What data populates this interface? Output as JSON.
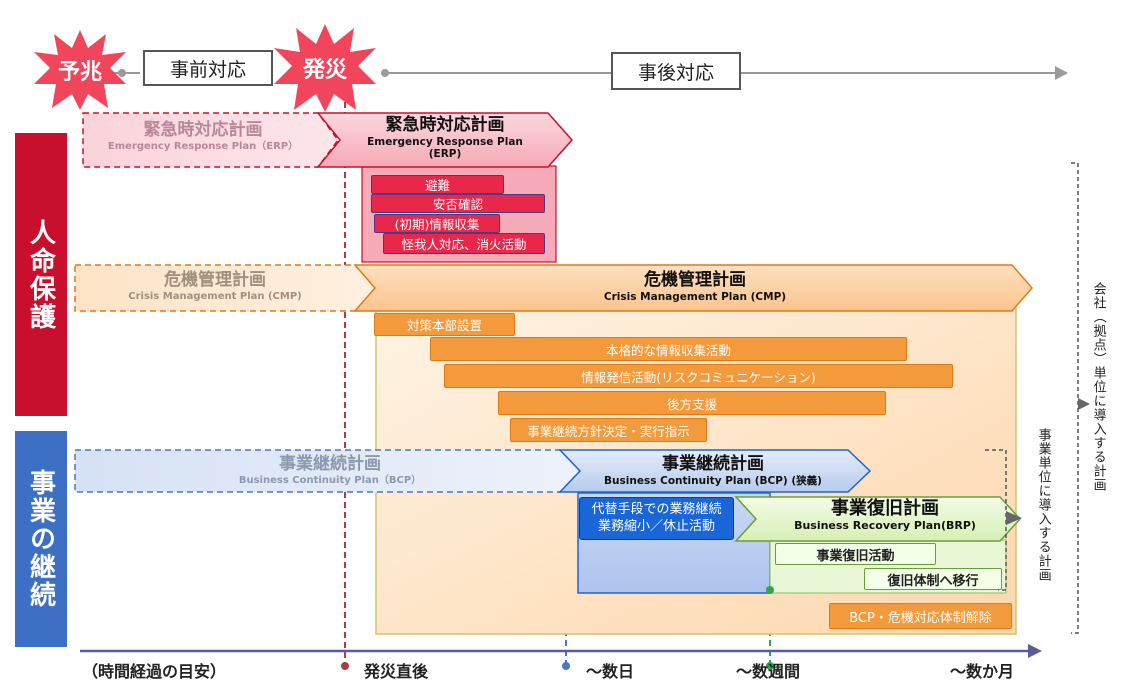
{
  "phases": {
    "omen": "予兆",
    "pre": "事前対応",
    "occurrence": "発災",
    "post": "事後対応"
  },
  "side_bands": {
    "life": "人命保護",
    "business": "事業の継続"
  },
  "erp": {
    "dashed_jp": "緊急時対応計画",
    "dashed_en": "Emergency Response Plan（ERP）",
    "solid_jp": "緊急時対応計画",
    "solid_en": "Emergency Response Plan",
    "solid_en2": "(ERP)",
    "tasks": [
      "避難",
      "安否確認",
      "(初期)情報収集",
      "怪我人対応、消火活動"
    ]
  },
  "cmp": {
    "dashed_jp": "危機管理計画",
    "dashed_en": "Crisis Management Plan (CMP)",
    "solid_jp": "危機管理計画",
    "solid_en": "Crisis Management Plan (CMP)",
    "tasks": [
      "対策本部設置",
      "本格的な情報収集活動",
      "情報発信活動(リスクコミュニケーション)",
      "後方支援",
      "事業継続方針決定・実行指示"
    ]
  },
  "bcp": {
    "dashed_jp": "事業継続計画",
    "dashed_en": "Business Continuity Plan（BCP）",
    "solid_jp": "事業継続計画",
    "solid_en": "Business Continuity Plan (BCP) (狭義)",
    "alt_task": "代替手段での業務継続\n業務縮小／休止活動"
  },
  "brp": {
    "jp": "事業復旧計画",
    "en": "Business Recovery Plan(BRP)",
    "tasks": [
      "事業復旧活動",
      "復旧体制へ移行"
    ]
  },
  "release_task": "BCP・危機対応体制解除",
  "right_labels": {
    "company": "会社（拠点）単位に導入する計画",
    "business": "事業単位に導入する計画"
  },
  "timeline": {
    "label": "（時間経過の目安）",
    "t1": "発災直後",
    "t2": "～数日",
    "t3": "～数週間",
    "t4": "～数か月"
  },
  "colors": {
    "red_band": "#c8102e",
    "blue_band": "#3d6fc4",
    "erp_red": "#e8274a",
    "cmp_orange": "#f39a3c",
    "bcp_blue": "#1a66d6",
    "brp_green": "#6a9e3a"
  }
}
